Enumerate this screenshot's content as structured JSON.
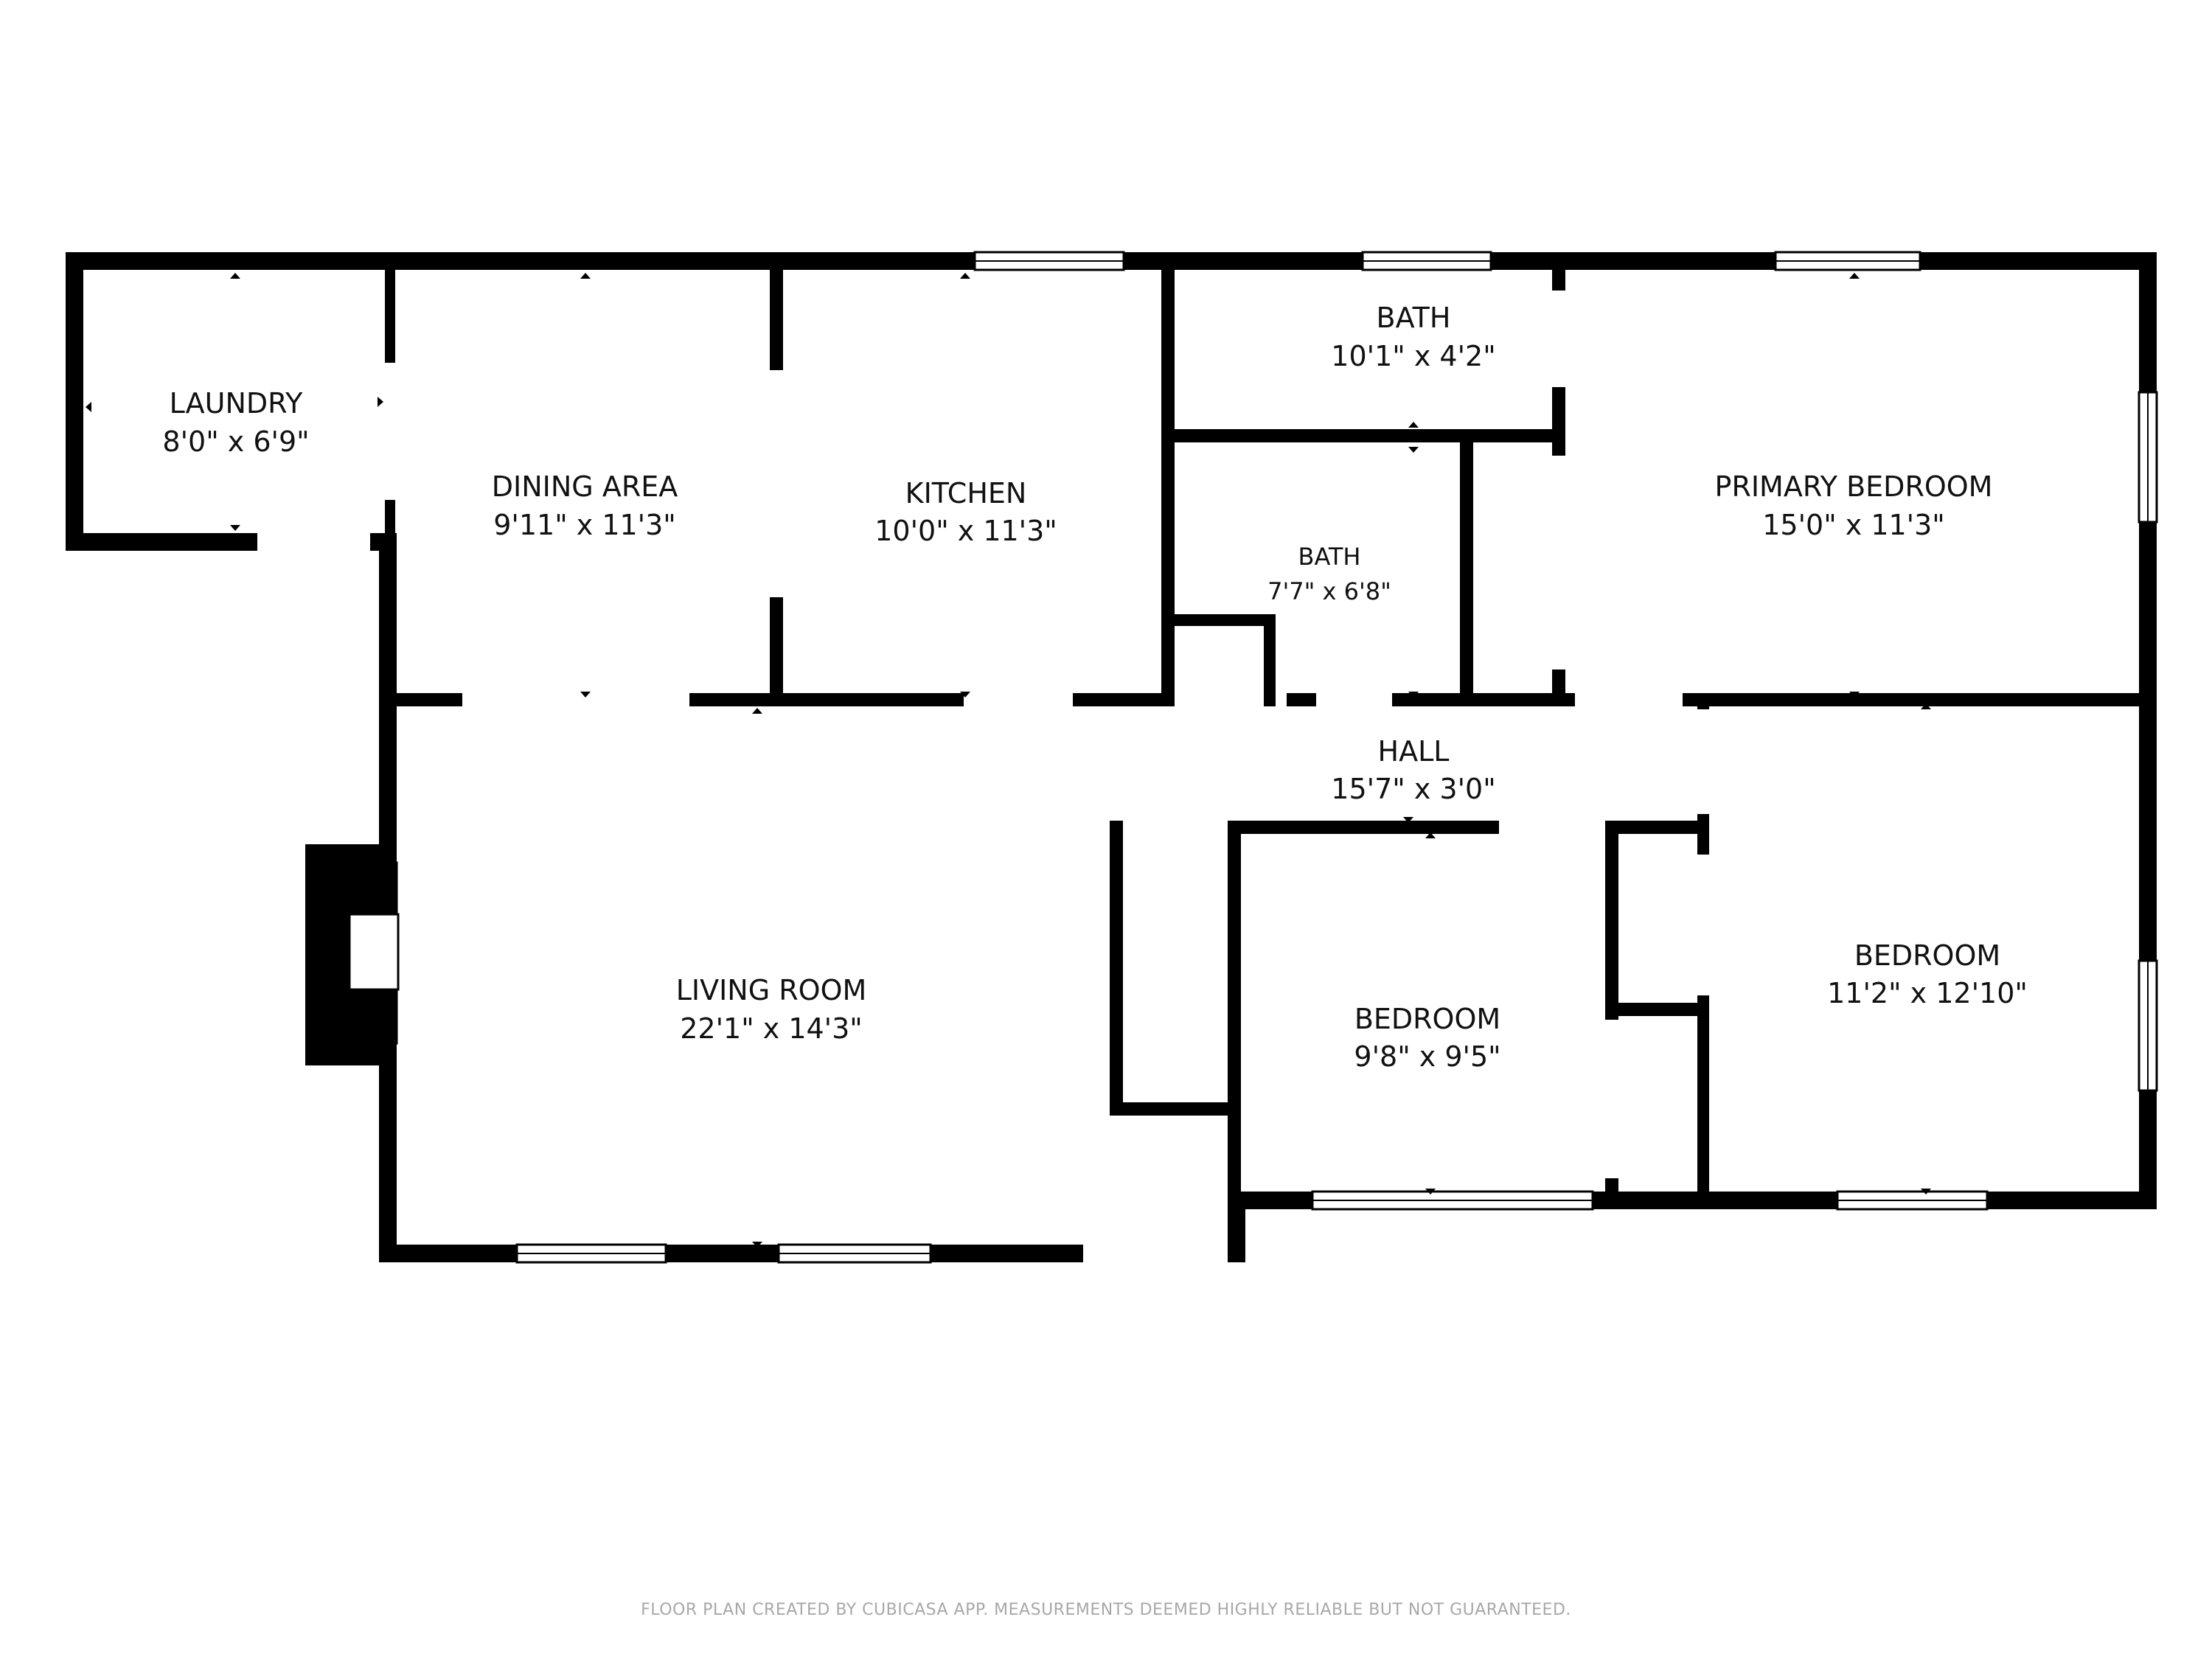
{
  "rooms": [
    {
      "id": "laundry",
      "name": "LAUNDRY",
      "dims": "8'0\" x 6'9\""
    },
    {
      "id": "dining-area",
      "name": "DINING AREA",
      "dims": "9'11\" x 11'3\""
    },
    {
      "id": "kitchen",
      "name": "KITCHEN",
      "dims": "10'0\" x 11'3\""
    },
    {
      "id": "bath-upper",
      "name": "BATH",
      "dims": "10'1\" x 4'2\""
    },
    {
      "id": "bath-lower",
      "name": "BATH",
      "dims": "7'7\" x 6'8\""
    },
    {
      "id": "primary-bedroom",
      "name": "PRIMARY BEDROOM",
      "dims": "15'0\" x 11'3\""
    },
    {
      "id": "hall",
      "name": "HALL",
      "dims": "15'7\" x 3'0\""
    },
    {
      "id": "living-room",
      "name": "LIVING ROOM",
      "dims": "22'1\" x 14'3\""
    },
    {
      "id": "bedroom-center",
      "name": "BEDROOM",
      "dims": "9'8\" x 9'5\""
    },
    {
      "id": "bedroom-right",
      "name": "BEDROOM",
      "dims": "11'2\" x 12'10\""
    }
  ],
  "footer": {
    "credit": "FLOOR PLAN CREATED BY CUBICASA APP. MEASUREMENTS DEEMED HIGHLY RELIABLE BUT NOT GUARANTEED."
  },
  "colors": {
    "wall": "#000000",
    "background": "#ffffff",
    "text": "#111111",
    "credit_text": "#a8a8a8"
  }
}
